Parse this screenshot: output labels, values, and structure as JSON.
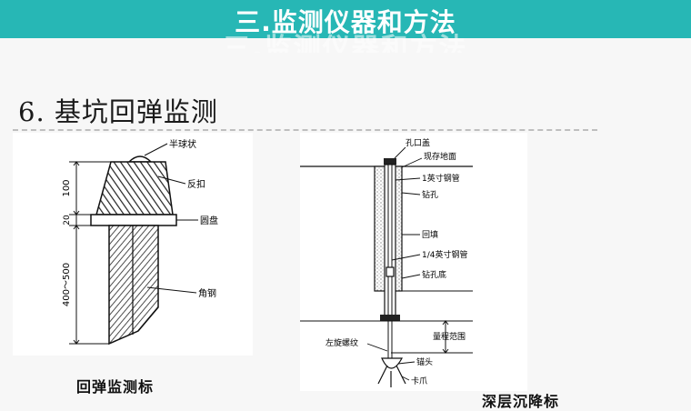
{
  "slide": {
    "banner_title": "三.监测仪器和方法",
    "section_heading": "6. 基坑回弹监测"
  },
  "rebound_figure": {
    "caption": "回弹监测标",
    "labels": {
      "hemisphere": "半球状",
      "reverse_buckle": "反扣",
      "disc": "圆盘",
      "angle_steel": "角钢"
    },
    "dimensions": {
      "top": "100",
      "disc": "20",
      "shaft": "400～500"
    }
  },
  "deep_settlement_figure": {
    "caption": "深层沉降标",
    "labels": {
      "hole_cover": "孔口盖",
      "existing_ground": "现存地面",
      "steel_pipe_1in": "1英寸钢管",
      "borehole": "钻孔",
      "backfill": "回填",
      "steel_pipe_quarter": "1/4英寸钢管",
      "borehole_bottom": "钻孔底",
      "range": "量程范围",
      "left_thread": "左旋螺纹",
      "anchor_head": "锚头",
      "claw": "卡爪"
    }
  },
  "colors": {
    "banner": "#27b7b5",
    "background": "#f7f7f7"
  }
}
